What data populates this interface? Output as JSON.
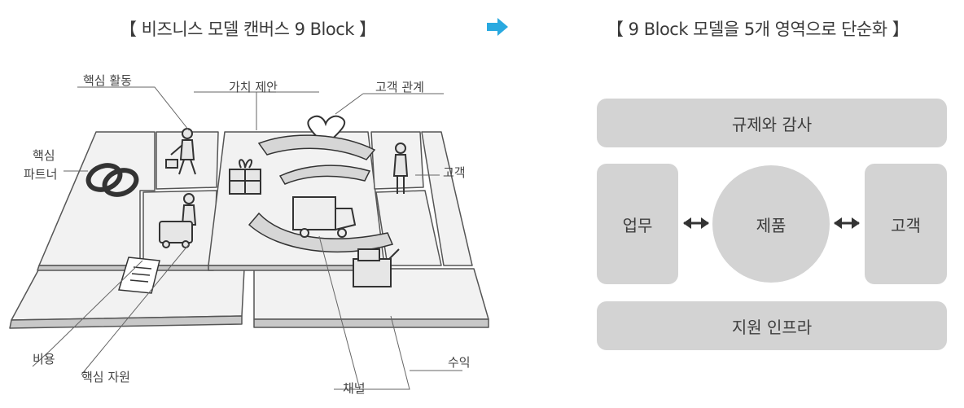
{
  "left_title": "【 비즈니스 모델 캔버스 9 Block 】",
  "right_title": "【 9 Block 모델을 5개 영역으로 단순화 】",
  "arrow_icon": "right-arrow-icon",
  "accent_color": "#29a9e0",
  "canvas_labels": {
    "key_activities": "핵심 활동",
    "value_proposition": "가치 제안",
    "customer_relationships": "고객 관계",
    "key_partners_line1": "핵심",
    "key_partners_line2": "파트너",
    "customers": "고객",
    "cost": "비용",
    "key_resources": "핵심 자원",
    "channels": "채널",
    "revenue": "수익"
  },
  "simplified": {
    "top": "규제와 감사",
    "left": "업무",
    "center": "제품",
    "right": "고객",
    "bottom": "지원 인프라"
  }
}
